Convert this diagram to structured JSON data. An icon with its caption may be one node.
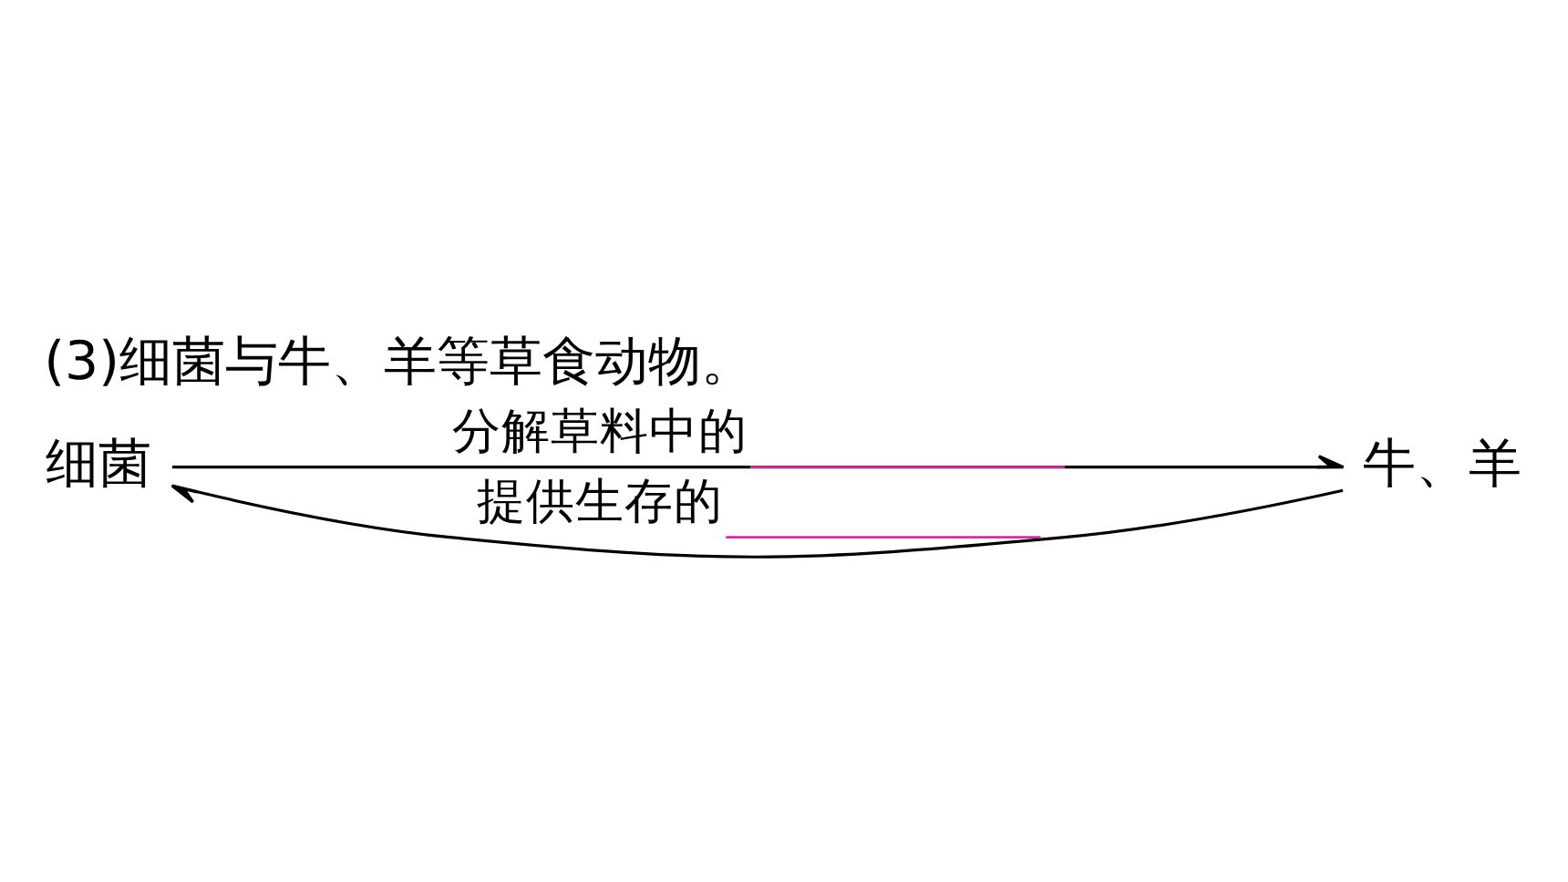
{
  "diagram": {
    "title": "(3)细菌与牛、羊等草食动物。",
    "nodes": [
      {
        "text": [
          "细菌"
        ]
      },
      {
        "text": [
          "牛、羊"
        ]
      }
    ],
    "edges": [
      {
        "from": 0,
        "to": 1,
        "arrow": "to",
        "label": "分解草料中的"
      },
      {
        "from": 1,
        "to": 0,
        "arrow": "to",
        "label": "提供生存的"
      }
    ]
  }
}
